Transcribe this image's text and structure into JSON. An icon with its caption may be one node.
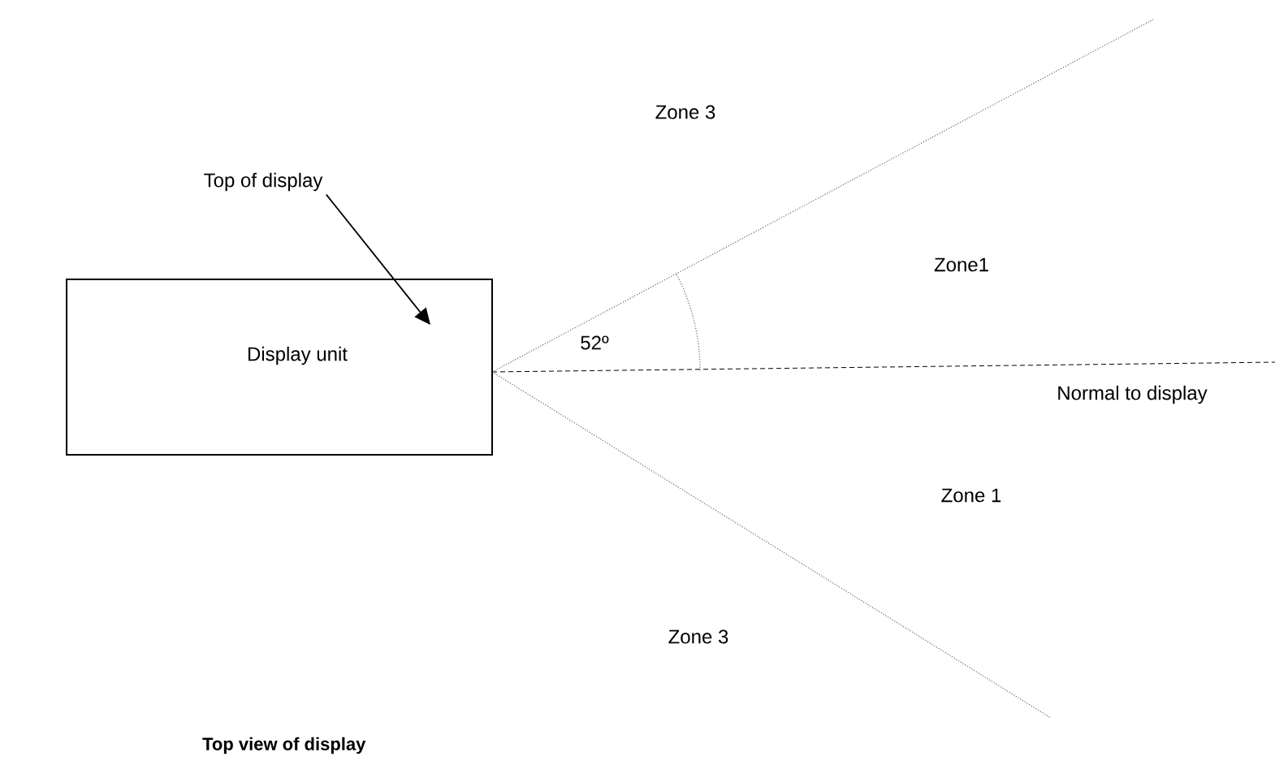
{
  "diagram": {
    "caption": "Top view of display",
    "nodes": [
      {
        "text": [
          "Display unit"
        ]
      },
      {
        "text": [
          "Top of display"
        ]
      }
    ],
    "edges": [
      {
        "from": 1,
        "to": 0,
        "arrow": "to"
      }
    ],
    "labels": [
      "Zone 3",
      "Zone1",
      "52º",
      "Normal to display",
      "Zone 1",
      "Zone 3"
    ]
  }
}
